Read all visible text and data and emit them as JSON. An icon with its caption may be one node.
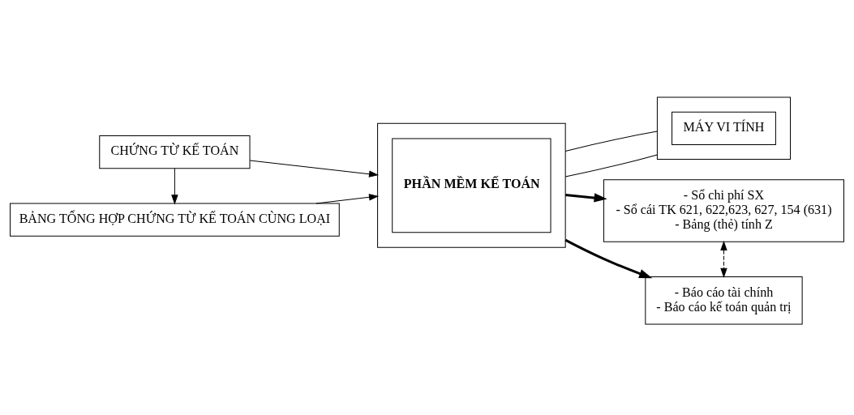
{
  "diagram": {
    "nodes": [
      {
        "text": [
          "CHỨNG TỪ KẾ TOÁN"
        ]
      },
      {
        "text": [
          "BẢNG TỔNG HỢP CHỨNG TỪ KẾ TOÁN CÙNG LOẠI"
        ]
      },
      {
        "text": [],
        "shape": "box"
      },
      {
        "text": [
          "PHẦN MỀM KẾ TOÁN"
        ],
        "in": 2
      },
      {
        "text": [],
        "shape": "box"
      },
      {
        "text": [
          "MÁY VI TÍNH"
        ],
        "in": 4
      },
      {
        "text": [
          "- Sổ chi phí SX",
          "- Sổ cái TK 621, 622,623, 627, 154 (631)",
          "- Bảng (thẻ) tính Z"
        ]
      },
      {
        "text": [
          "- Báo cáo tài chính",
          "- Báo cáo kế toán quản trị"
        ]
      }
    ],
    "edges": [
      {
        "from": 0,
        "to": 1,
        "arrow": "to"
      },
      {
        "from": 0,
        "to": 2,
        "arrow": "to"
      },
      {
        "from": 1,
        "to": 2,
        "arrow": "to"
      },
      {
        "from": 2,
        "to": 4,
        "arrow": "none"
      },
      {
        "from": 2,
        "to": 4,
        "arrow": "none"
      },
      {
        "from": 2,
        "to": 6,
        "arrow": "to",
        "style": "thick"
      },
      {
        "from": 2,
        "to": 7,
        "arrow": "to",
        "style": "thick"
      },
      {
        "from": 6,
        "to": 7,
        "arrow": "both",
        "style": "dashed"
      }
    ]
  }
}
